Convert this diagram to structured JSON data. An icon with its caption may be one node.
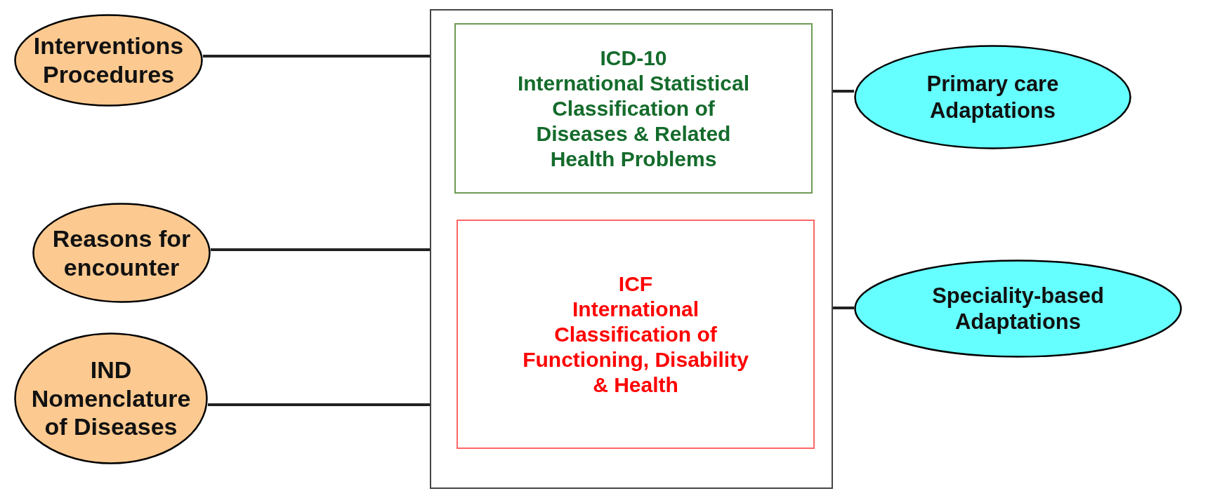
{
  "diagram": {
    "nodes": [
      {
        "text": [],
        "shape": "box"
      },
      {
        "text": [
          "ICD-10",
          "International Statistical Classification of Diseases & Related Health Problems"
        ],
        "in": 0
      },
      {
        "text": [
          "ICF",
          "International Classification of Functioning, Disability & Health"
        ],
        "in": 0
      },
      {
        "text": [
          "Interventions Procedures"
        ]
      },
      {
        "text": [
          "Reasons for encounter"
        ]
      },
      {
        "text": [
          "IND Nomenclature of Diseases"
        ]
      },
      {
        "text": [
          "Primary care Adaptations"
        ]
      },
      {
        "text": [
          "Speciality-based Adaptations"
        ]
      }
    ],
    "edges": [
      {
        "from": 3,
        "to": 0,
        "arrow": "none"
      },
      {
        "from": 4,
        "to": 0,
        "arrow": "none"
      },
      {
        "from": 5,
        "to": 0,
        "arrow": "none"
      },
      {
        "from": 0,
        "to": 6,
        "arrow": "none"
      },
      {
        "from": 0,
        "to": 7,
        "arrow": "none"
      }
    ]
  }
}
